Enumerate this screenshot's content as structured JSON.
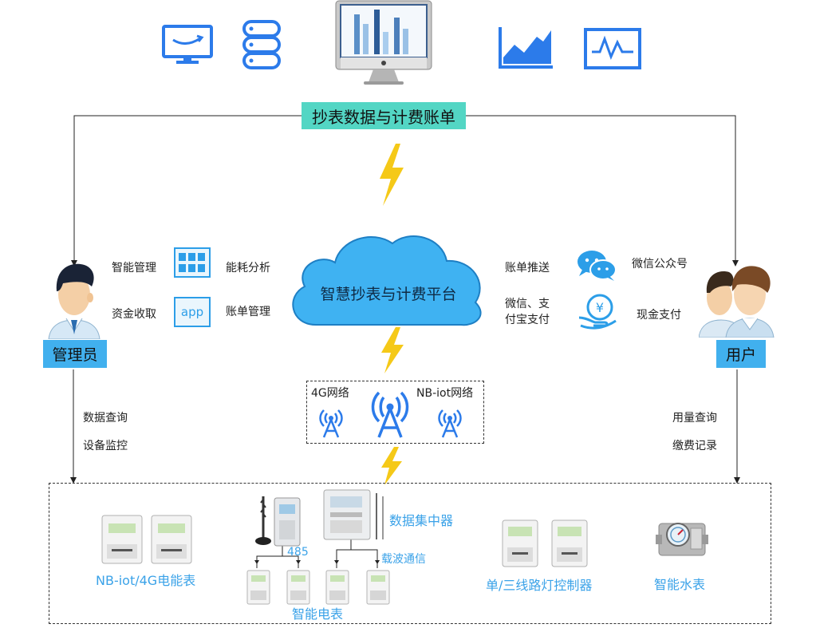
{
  "header": {
    "title": "抄表数据与计费账单"
  },
  "platform": {
    "name": "智慧抄表与计费平台"
  },
  "admin": {
    "role": "管理员",
    "functions": [
      "智能管理",
      "能耗分析",
      "资金收取",
      "账单管理"
    ],
    "app_label": "app",
    "down_functions": [
      "数据查询",
      "设备监控"
    ]
  },
  "user": {
    "role": "用户",
    "functions": [
      "账单推送",
      "微信公众号",
      "微信、支",
      "付宝支付",
      "现金支付"
    ],
    "cash_symbol": "¥",
    "down_functions": [
      "用量查询",
      "缴费记录"
    ]
  },
  "network": {
    "label_4g": "4G网络",
    "label_nbiot": "NB-iot网络"
  },
  "devices": {
    "nbiot_meter": "NB-iot/4G电能表",
    "bus_485": "485",
    "concentrator": "数据集中器",
    "carrier": "载波通信",
    "smart_meter": "智能电表",
    "streetlight": "单/三线路灯控制器",
    "water_meter": "智能水表"
  },
  "colors": {
    "accent_blue": "#2c7bea",
    "label_blue": "#3aa2e8",
    "title_teal": "#53d6c4",
    "role_blue": "#41b0ee",
    "cloud_blue": "#3fb2f2",
    "lightning_yellow": "#f5c918"
  },
  "icons": [
    "monitor-icon",
    "database-icon",
    "area-chart-icon",
    "line-chart-icon",
    "dashboard-icon",
    "app-icon",
    "wechat-icon",
    "cash-payment-icon",
    "signal-tower-icon",
    "lightning-icon",
    "cloud-icon",
    "admin-avatar-icon",
    "user-avatar-icon",
    "meter-icon",
    "water-meter-icon",
    "concentrator-icon",
    "antenna-icon"
  ]
}
